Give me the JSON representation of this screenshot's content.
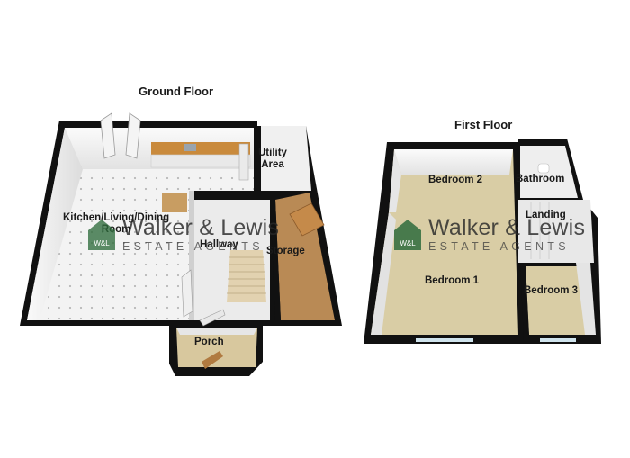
{
  "floors": {
    "ground": {
      "title": "Ground Floor",
      "rooms": {
        "kitchen": "Kitchen/Living/Dining",
        "kitchen_line2": "Room",
        "utility": "Utility",
        "utility_line2": "Area",
        "hallway": "Hallway",
        "storage": "Storage",
        "porch": "Porch"
      }
    },
    "first": {
      "title": "First Floor",
      "rooms": {
        "bedroom1": "Bedroom 1",
        "bedroom2": "Bedroom 2",
        "bedroom3": "Bedroom 3",
        "bathroom": "Bathroom",
        "landing": "Landing"
      }
    }
  },
  "watermark": {
    "name": "Walker & Lewis",
    "subtitle": "ESTATE AGENTS",
    "badge": "W&L"
  },
  "colors": {
    "wall": "#111111",
    "floor_tile": "#f2f2f2",
    "carpet": "#d9cda5",
    "wood": "#b5936a",
    "brand_green": "#2e6b3c"
  }
}
